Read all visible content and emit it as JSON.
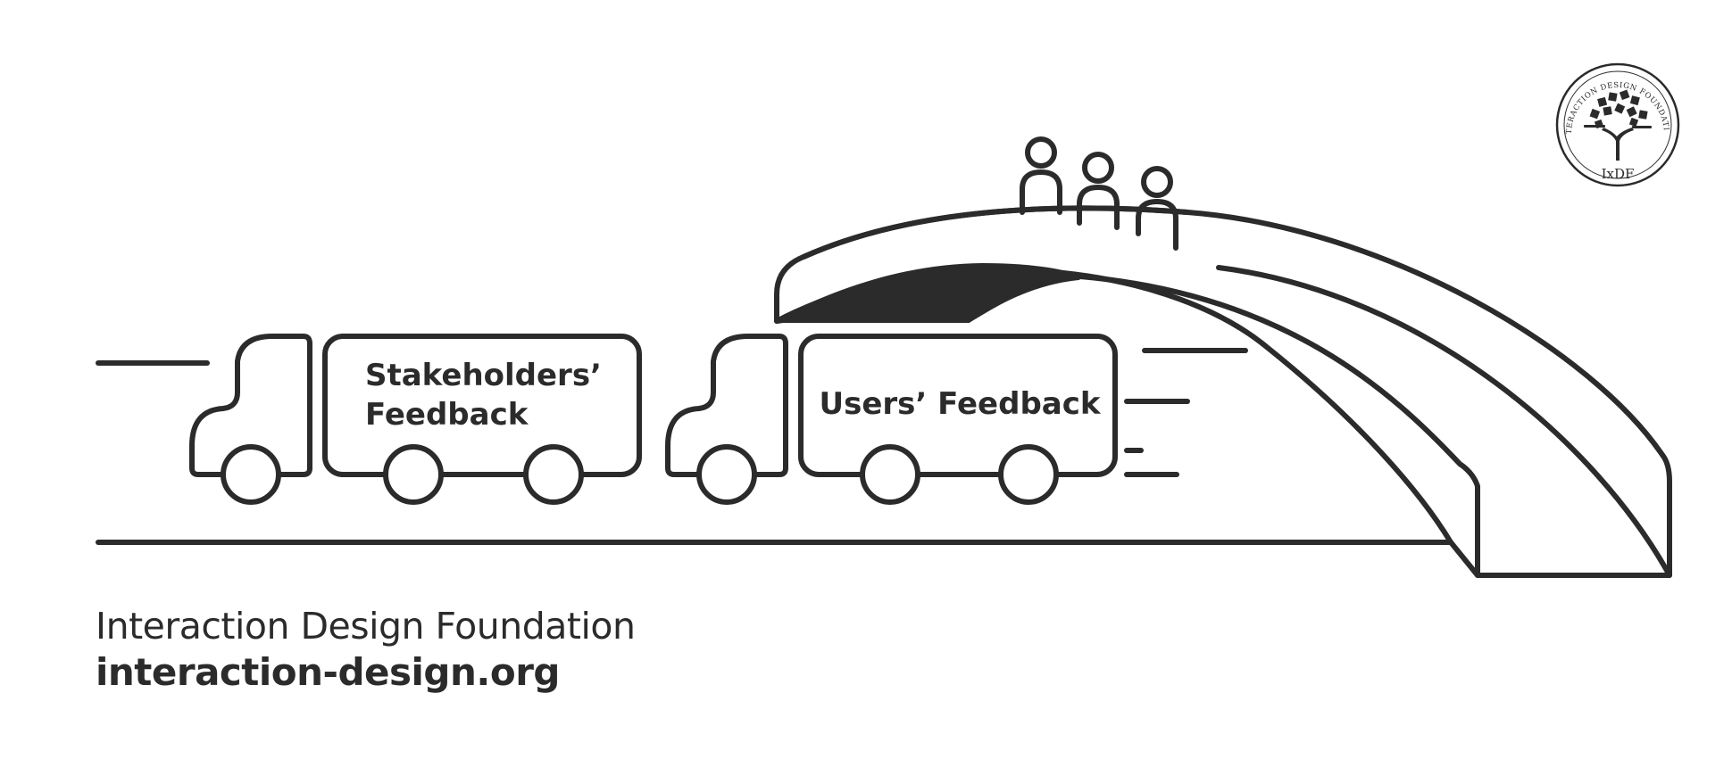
{
  "diagram": {
    "truck_1_label": [
      "Stakeholders’",
      "Feedback"
    ],
    "truck_2_label": "Users’ Feedback"
  },
  "footer": {
    "organization": "Interaction Design Foundation",
    "website": "interaction-design.org"
  },
  "logo": {
    "ring_text": "INTERACTION DESIGN FOUNDATION",
    "monogram": "IxDF",
    "icon": "tree-icon"
  },
  "colors": {
    "ink": "#2b2b2b",
    "background": "#ffffff"
  }
}
